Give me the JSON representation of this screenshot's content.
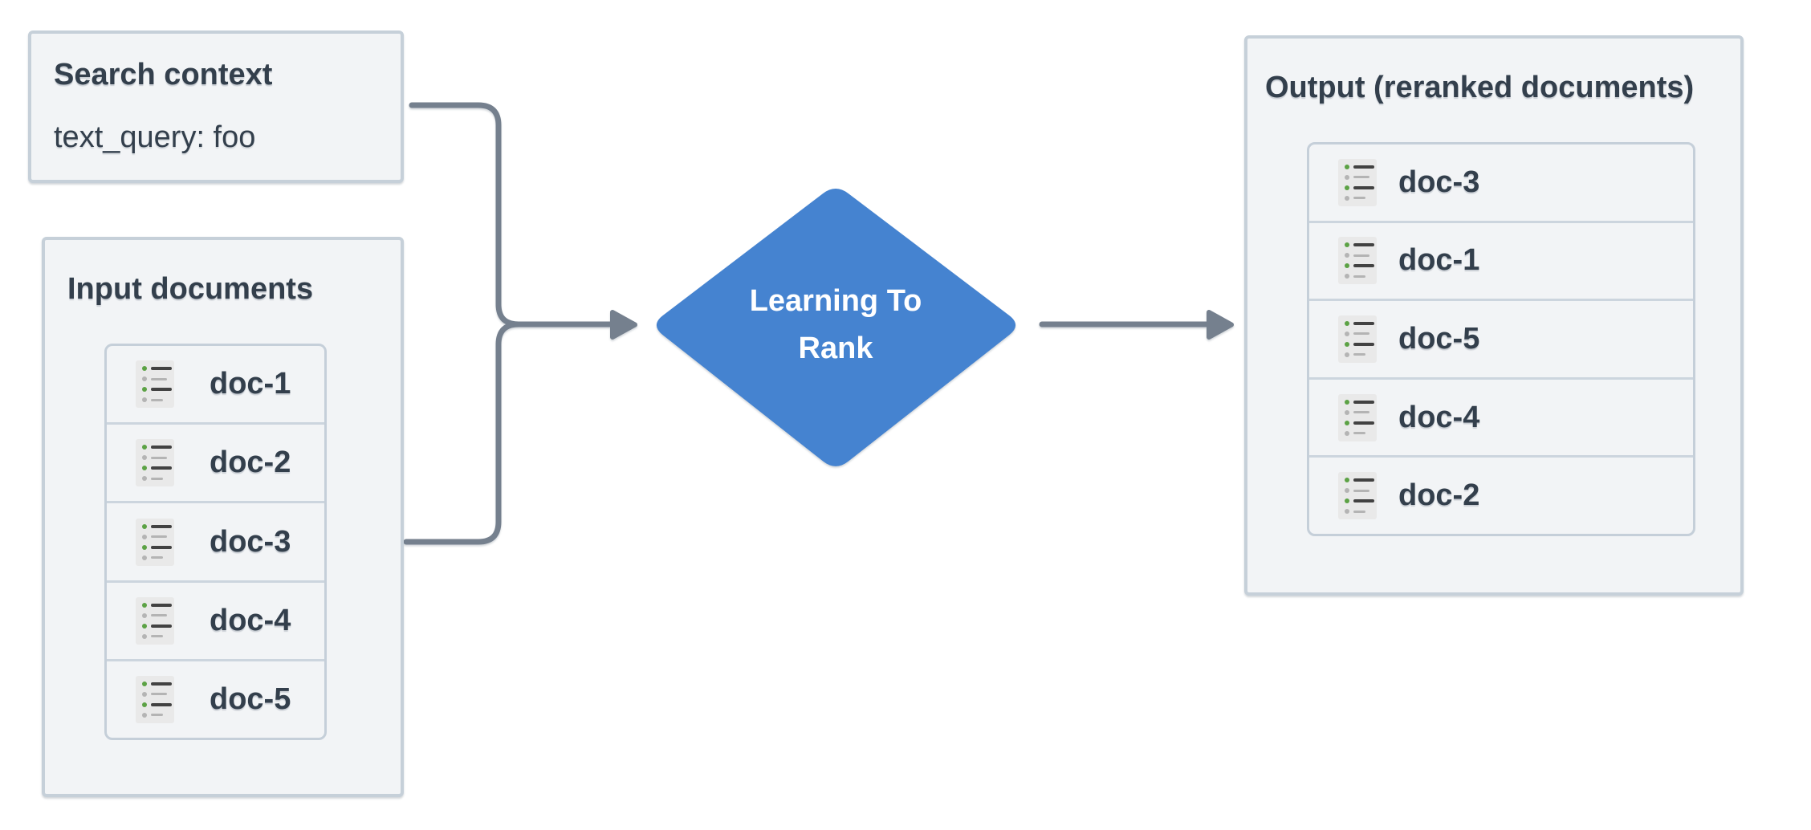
{
  "diagram": {
    "type": "flowchart",
    "search_context": {
      "title": "Search context",
      "query": "text_query: foo"
    },
    "input_documents": {
      "title": "Input documents",
      "docs": [
        "doc-1",
        "doc-2",
        "doc-3",
        "doc-4",
        "doc-5"
      ]
    },
    "processor": {
      "shape": "diamond",
      "label": "Learning To Rank",
      "label_lines": [
        "Learning To",
        "Rank"
      ]
    },
    "output_documents": {
      "title": "Output (reranked documents)",
      "docs": [
        "doc-3",
        "doc-1",
        "doc-5",
        "doc-4",
        "doc-2"
      ]
    },
    "colors": {
      "diamond_blue": "#4583d0",
      "connector_grey": "#75808e",
      "box_background": "#f2f4f6",
      "box_border": "#c6d0d9",
      "list_border": "#c5cfd9",
      "text_dark": "#333f4c",
      "diamond_text": "#ffffff",
      "icon_background": "#e9e9e9",
      "icon_green": "#5ca245",
      "icon_grey": "#b4b4b4",
      "icon_dark_line": "#424242"
    }
  }
}
